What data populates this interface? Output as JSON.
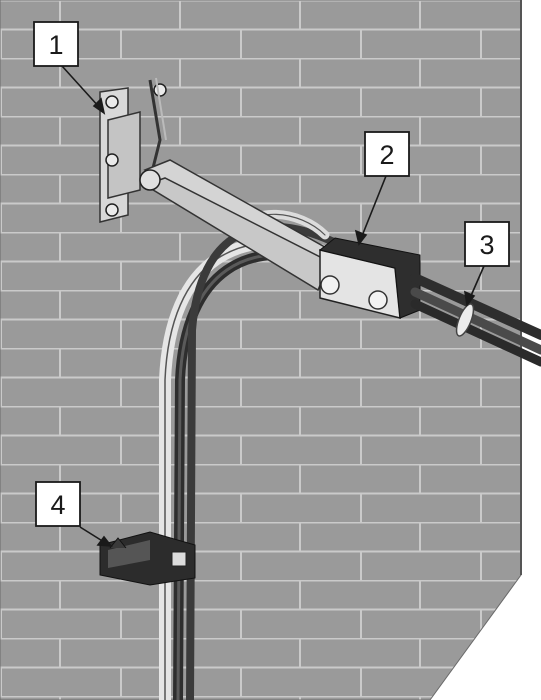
{
  "callouts": [
    {
      "label": "1",
      "part": "wall-bracket"
    },
    {
      "label": "2",
      "part": "suspension-clamp"
    },
    {
      "label": "3",
      "part": "cable-tie"
    },
    {
      "label": "4",
      "part": "wall-cable-clip"
    }
  ],
  "colors": {
    "wall": "#9a9a9a",
    "mortar": "#c6c6c6",
    "metal": "#d0d0d0",
    "metal_edge": "#4a4a4a",
    "cable": "#3a3a3a",
    "clamp_body": "#2a2a2a",
    "callout_box": "#ffffff"
  }
}
